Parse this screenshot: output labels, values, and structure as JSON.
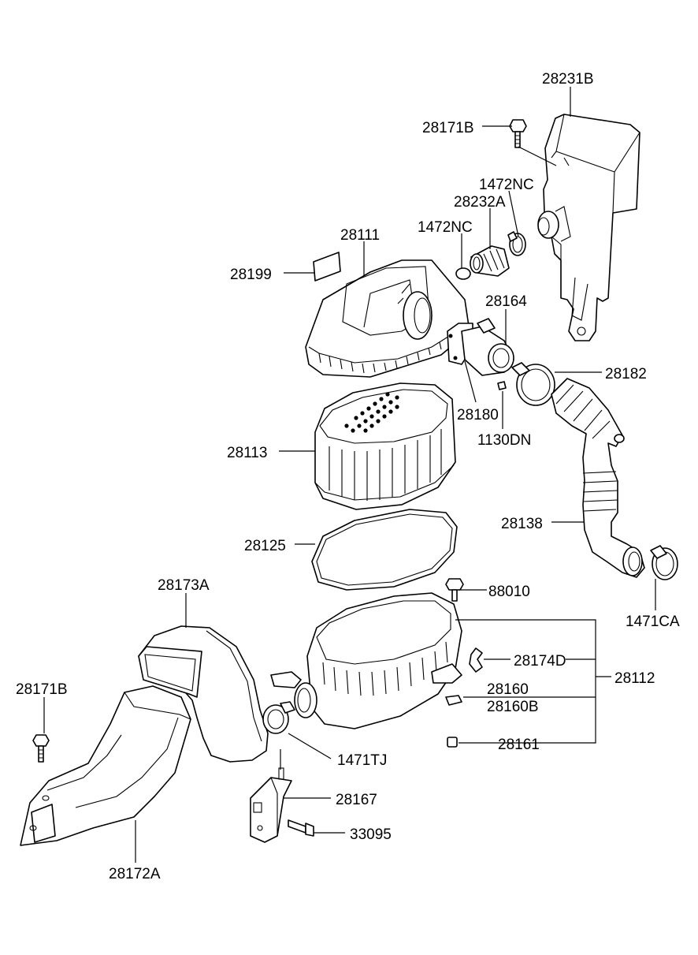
{
  "diagram": {
    "title": "",
    "line_color": "#000000",
    "background": "#ffffff",
    "callouts": [
      {
        "id": "28231B",
        "text": "28231B"
      },
      {
        "id": "28171B-top",
        "text": "28171B"
      },
      {
        "id": "1472NC-a",
        "text": "1472NC"
      },
      {
        "id": "28232A",
        "text": "28232A"
      },
      {
        "id": "1472NC-b",
        "text": "1472NC"
      },
      {
        "id": "28111",
        "text": "28111"
      },
      {
        "id": "28199",
        "text": "28199"
      },
      {
        "id": "28164",
        "text": "28164"
      },
      {
        "id": "28182",
        "text": "28182"
      },
      {
        "id": "28180",
        "text": "28180"
      },
      {
        "id": "1130DN",
        "text": "1130DN"
      },
      {
        "id": "28113",
        "text": "28113"
      },
      {
        "id": "28138",
        "text": "28138"
      },
      {
        "id": "28125",
        "text": "28125"
      },
      {
        "id": "28173A",
        "text": "28173A"
      },
      {
        "id": "88010",
        "text": "88010"
      },
      {
        "id": "1471CA",
        "text": "1471CA"
      },
      {
        "id": "28174D",
        "text": "28174D"
      },
      {
        "id": "28112",
        "text": "28112"
      },
      {
        "id": "28160",
        "text": "28160"
      },
      {
        "id": "28160B",
        "text": "28160B"
      },
      {
        "id": "28171B-left",
        "text": "28171B"
      },
      {
        "id": "28161",
        "text": "28161"
      },
      {
        "id": "1471TJ",
        "text": "1471TJ"
      },
      {
        "id": "28167",
        "text": "28167"
      },
      {
        "id": "33095",
        "text": "33095"
      },
      {
        "id": "28172A",
        "text": "28172A"
      }
    ]
  }
}
